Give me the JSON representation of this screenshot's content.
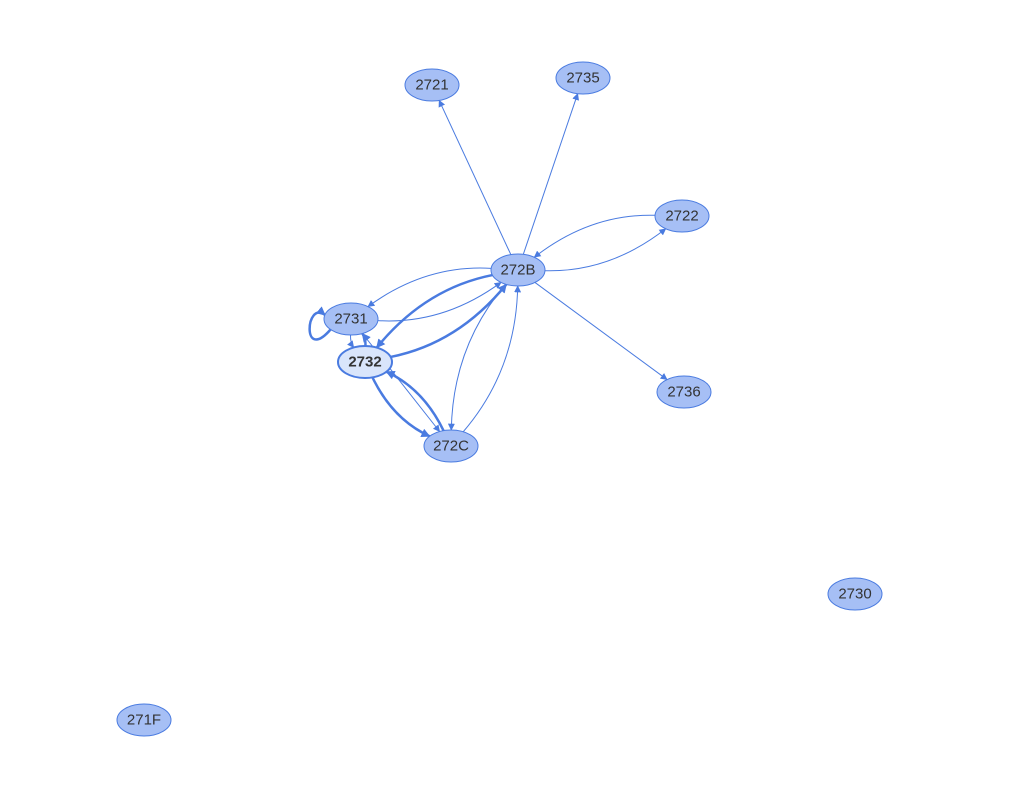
{
  "graph": {
    "edge_color": "#4a7be0",
    "node_fill": "#a6bff5",
    "selected_fill": "#d9e5fb",
    "selected_node": "2732",
    "nodes": [
      {
        "id": "2721",
        "label": "2721"
      },
      {
        "id": "2735",
        "label": "2735"
      },
      {
        "id": "2722",
        "label": "2722"
      },
      {
        "id": "272B",
        "label": "272B"
      },
      {
        "id": "2731",
        "label": "2731"
      },
      {
        "id": "2732",
        "label": "2732"
      },
      {
        "id": "2736",
        "label": "2736"
      },
      {
        "id": "272C",
        "label": "272C"
      },
      {
        "id": "2730",
        "label": "2730"
      },
      {
        "id": "271F",
        "label": "271F"
      }
    ],
    "edges": [
      {
        "source": "272B",
        "target": "2721",
        "weight": 1
      },
      {
        "source": "272B",
        "target": "2735",
        "weight": 1
      },
      {
        "source": "272B",
        "target": "2722",
        "weight": 1
      },
      {
        "source": "2722",
        "target": "272B",
        "weight": 1
      },
      {
        "source": "272B",
        "target": "2736",
        "weight": 1
      },
      {
        "source": "2731",
        "target": "272B",
        "weight": 1
      },
      {
        "source": "272B",
        "target": "2731",
        "weight": 1
      },
      {
        "source": "2732",
        "target": "272B",
        "weight": 2
      },
      {
        "source": "272B",
        "target": "2732",
        "weight": 2
      },
      {
        "source": "272C",
        "target": "272B",
        "weight": 1
      },
      {
        "source": "272B",
        "target": "272C",
        "weight": 1
      },
      {
        "source": "2732",
        "target": "272C",
        "weight": 2
      },
      {
        "source": "272C",
        "target": "2732",
        "weight": 2
      },
      {
        "source": "2731",
        "target": "272C",
        "weight": 1
      },
      {
        "source": "2732",
        "target": "2731",
        "weight": 2
      },
      {
        "source": "2731",
        "target": "2732",
        "weight": 1
      },
      {
        "source": "2731",
        "target": "2731",
        "weight": 2
      }
    ]
  }
}
